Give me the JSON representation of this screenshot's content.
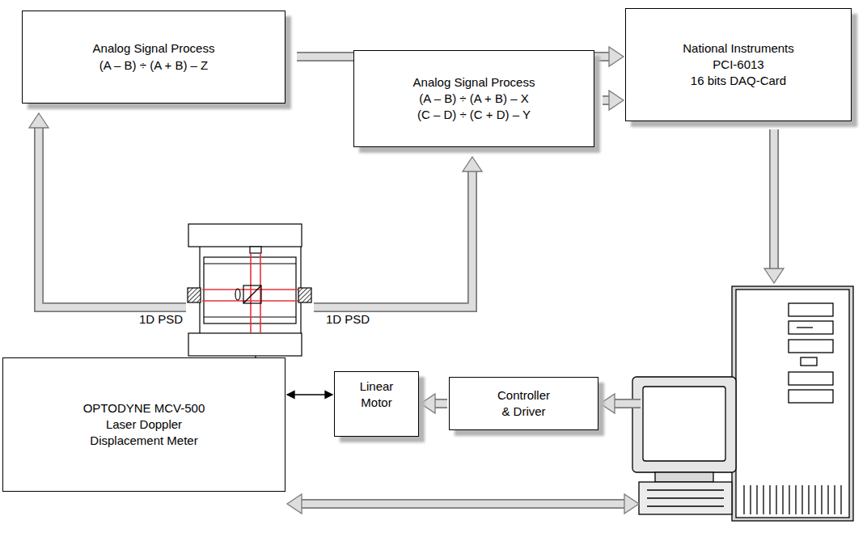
{
  "diagram": {
    "nodes": [
      {
        "text": [
          "Analog Signal Process",
          "(A – B) ÷ (A + B) – Z"
        ]
      },
      {
        "text": [
          "National Instruments",
          "PCI-6013",
          "16 bits DAQ-Card"
        ]
      },
      {
        "text": [
          "Analog Signal Process",
          "(A – B) ÷ (A + B) – X",
          "(C – D) ÷ (C + D) – Y"
        ]
      },
      {
        "text": [
          "Linear Motor"
        ]
      },
      {
        "text": [
          "Controller & Driver"
        ]
      },
      {
        "text": [
          "OPTODYNE MCV-500",
          "Laser Doppler",
          "Displacement Meter"
        ]
      }
    ],
    "edges": [
      {
        "from": 0,
        "to": 1,
        "arrow": "to"
      },
      {
        "from": 2,
        "to": 1,
        "arrow": "to"
      },
      {
        "from": 4,
        "to": 3,
        "arrow": "to"
      },
      {
        "from": 5,
        "to": 3,
        "arrow": "both"
      }
    ],
    "labels": [
      "1D PSD",
      "1D PSD"
    ]
  }
}
